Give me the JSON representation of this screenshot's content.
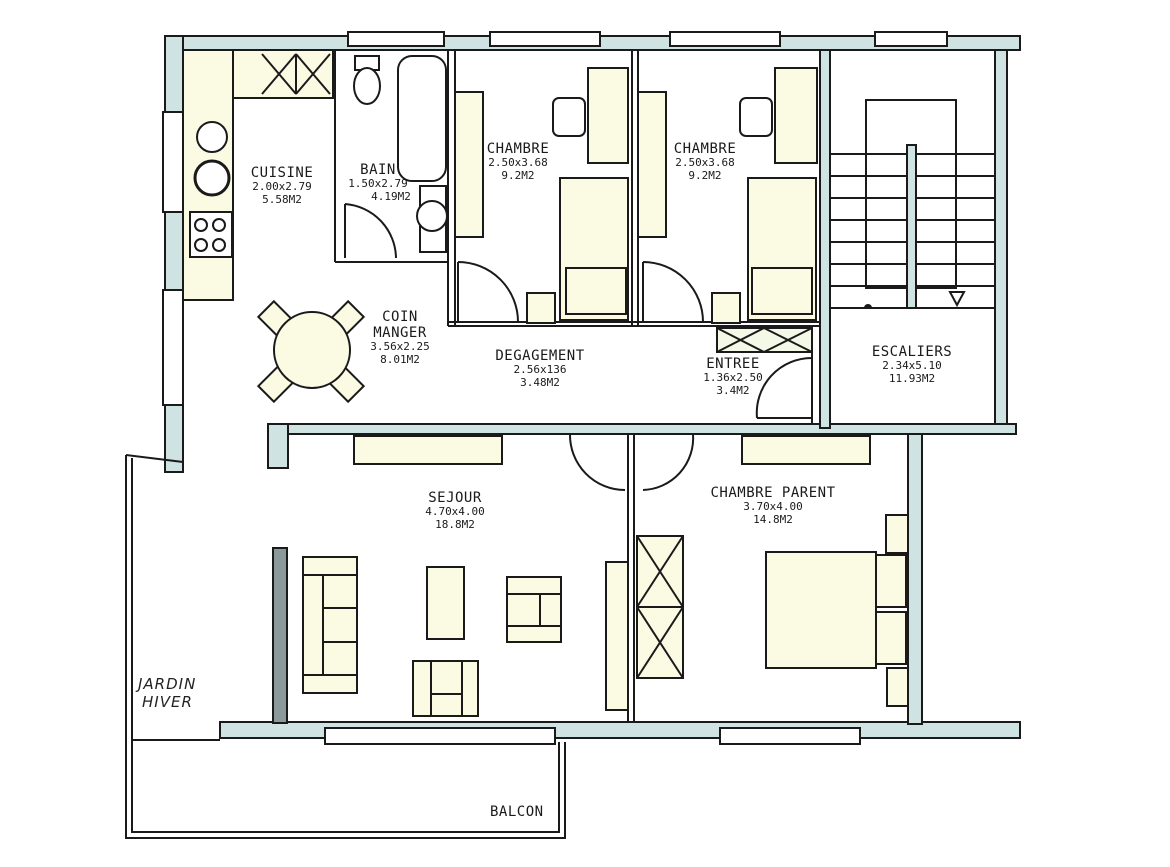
{
  "colors": {
    "wall_fill": "#cfe3e3",
    "wall_stroke": "#1a1a1a",
    "furniture_fill": "#fbfbe4",
    "background": "#ffffff"
  },
  "rooms": [
    {
      "id": "cuisine",
      "name": "CUISINE",
      "dim": "2.00x2.79",
      "area": "5.58M2"
    },
    {
      "id": "bain",
      "name": "BAIN",
      "dim": "1.50x2.79",
      "area": "4.19M2"
    },
    {
      "id": "chambre1",
      "name": "CHAMBRE",
      "dim": "2.50x3.68",
      "area": "9.2M2"
    },
    {
      "id": "chambre2",
      "name": "CHAMBRE",
      "dim": "2.50x3.68",
      "area": "9.2M2"
    },
    {
      "id": "coin_manger",
      "name": "COIN MANGER",
      "name_line1": "COIN",
      "name_line2": "MANGER",
      "dim": "3.56x2.25",
      "area": "8.01M2"
    },
    {
      "id": "degagement",
      "name": "DEGAGEMENT",
      "dim": "2.56x136",
      "area": "3.48M2"
    },
    {
      "id": "entree",
      "name": "ENTREE",
      "dim": "1.36x2.50",
      "area": "3.4M2"
    },
    {
      "id": "escaliers",
      "name": "ESCALIERS",
      "dim": "2.34x5.10",
      "area": "11.93M2"
    },
    {
      "id": "sejour",
      "name": "SEJOUR",
      "dim": "4.70x4.00",
      "area": "18.8M2"
    },
    {
      "id": "chambre_parent",
      "name": "CHAMBRE PARENT",
      "dim": "3.70x4.00",
      "area": "14.8M2"
    }
  ],
  "outdoor": {
    "jardin_hiver_line1": "JARDIN",
    "jardin_hiver_line2": "HIVER",
    "balcon": "BALCON"
  }
}
